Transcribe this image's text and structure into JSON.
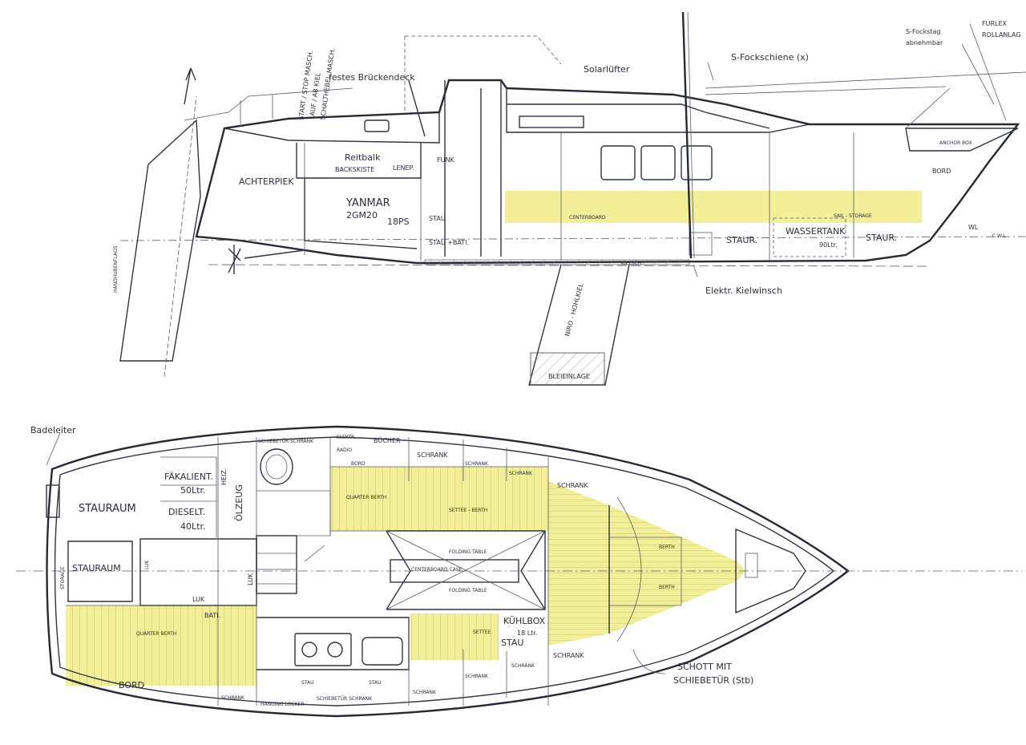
{
  "profile": {
    "labels": {
      "start_stop": "START / STOP MASCH.",
      "auf_ab_kiel": "AUF / AB KIEL",
      "schalthebel": "SCHALTHEBEL MASCH.",
      "festes_brueckendeck": "festes Brückendeck",
      "solarluefter": "Solarlüfter",
      "fockschiene": "S-Fockschiene (x)",
      "fockstag": "S-Fockstag",
      "abnehmbar": "abnehmbar",
      "furlex": "FURLEX",
      "rollanlage": "ROLLANLAG",
      "achterpiek": "ACHTERPIEK",
      "reitbalk": "Reitbalk",
      "backskiste": "BACKSKISTE",
      "lenep": "LENEP.",
      "funk": "FUNK",
      "yanmar": "YANMAR",
      "engine_model": "2GM20",
      "engine_value": "18PS",
      "stau": "STAU",
      "stau_bati": "STAU +BATI.",
      "centerboard": "CENTERBOARD",
      "staur_1": "STAUR.",
      "wassertank": "WASSERTANK",
      "wassertank_vol": "90Ltr.",
      "staur_2": "STAUR.",
      "bord": "BORD",
      "anchor_box": "ANCHOR BOX",
      "sail_storage": "SAIL - STORAGE",
      "wl": "WL",
      "cwl": "C.W.L",
      "kiel": "KIELSCH.",
      "kielwinsch": "Elektr. Kielwinsch",
      "hohlkiel": "NIRO - HOHLKIEL",
      "bleieinlage": "BLEIEINLAGE",
      "handhub": "HANDHUBENFLAGS"
    }
  },
  "plan": {
    "labels": {
      "badeleiter": "Badeleiter",
      "stauraum_1": "STAURAUM",
      "stauraum_2": "STAURAUM",
      "storage": "STORAGE",
      "faekalien": "FÄKALIENT.",
      "faekalien_vol": "50Ltr.",
      "dieselt": "DIESELT.",
      "dieselt_vol": "40Ltr.",
      "heiz": "HEIZ.",
      "oelzeug": "ÖLZEUG",
      "luk_1": "LUK",
      "luk_2": "LUK",
      "luk_3": "LUK",
      "bati": "BATI.",
      "quarter_berth_1": "QUARTER BERTH",
      "quarter_berth_2": "QUARTER BERTH",
      "bord": "BORD",
      "schiebetuer_schrank_top": "SCHIEBETÜR SCHRANK",
      "elektr": "ELEKTR.",
      "buecher": "BÜCHER",
      "radio": "RADIO",
      "bord_small": "BORD",
      "schrank_1": "SCHRANK",
      "schrank_2": "SCHRANK",
      "schrank_3": "SCHRANK",
      "schrank_4": "SCHRANK",
      "settee_berth": "SETTEE - BERTH",
      "settee": "SETTEE",
      "folding_table_1": "FOLDING TABLE",
      "folding_table_2": "FOLDING TABLE",
      "centerboard_case": "CENTERBOARD CASE",
      "berth_1": "BERTH",
      "berth_2": "BERTH",
      "kuehlbox": "KÜHLBOX",
      "kuehlbox_vol": "18 Ltr.",
      "stau_1": "STAU",
      "stau_2": "STAU",
      "stau_3": "STAU",
      "schrank_bottom_1": "SCHRANK",
      "schrank_bottom_2": "SCHRANK",
      "schrank_bottom_3": "SCHRANK",
      "schrank_bottom_4": "SCHRANK",
      "schiebetuer_schrank_bottom": "SCHIEBETÜR SCHRANK",
      "schrank_small": "SCHRANK",
      "hanging_locker": "HANGING LOCKER",
      "schott": "SCHOTT MIT",
      "schiebetuer_stb": "SCHIEBETÜR (Stb)"
    }
  },
  "colors": {
    "ink": "#2f3440",
    "highlight": "#f1ec86",
    "paper": "#ffffff"
  }
}
